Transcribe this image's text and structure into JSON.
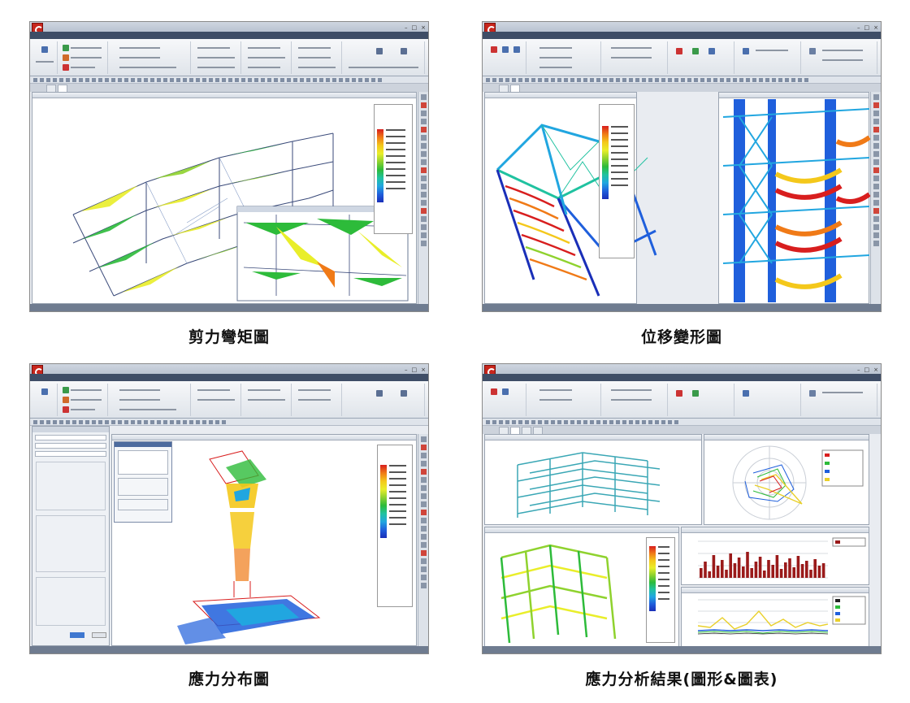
{
  "captions": [
    "剪力彎矩圖",
    "位移變形圖",
    "應力分布圖",
    "應力分析結果(圖形&圖表)"
  ],
  "icons": {
    "logo": "midas-gen-logo-icon",
    "window_controls": [
      "minimize-icon",
      "maximize-icon",
      "close-icon"
    ]
  },
  "legend_colors": [
    "#d81e1e",
    "#f07a17",
    "#f4c81b",
    "#e9ee2a",
    "#8fd22e",
    "#2dbb3a",
    "#20c2a0",
    "#21a6e0",
    "#1f5fdc",
    "#1a2fb8"
  ]
}
